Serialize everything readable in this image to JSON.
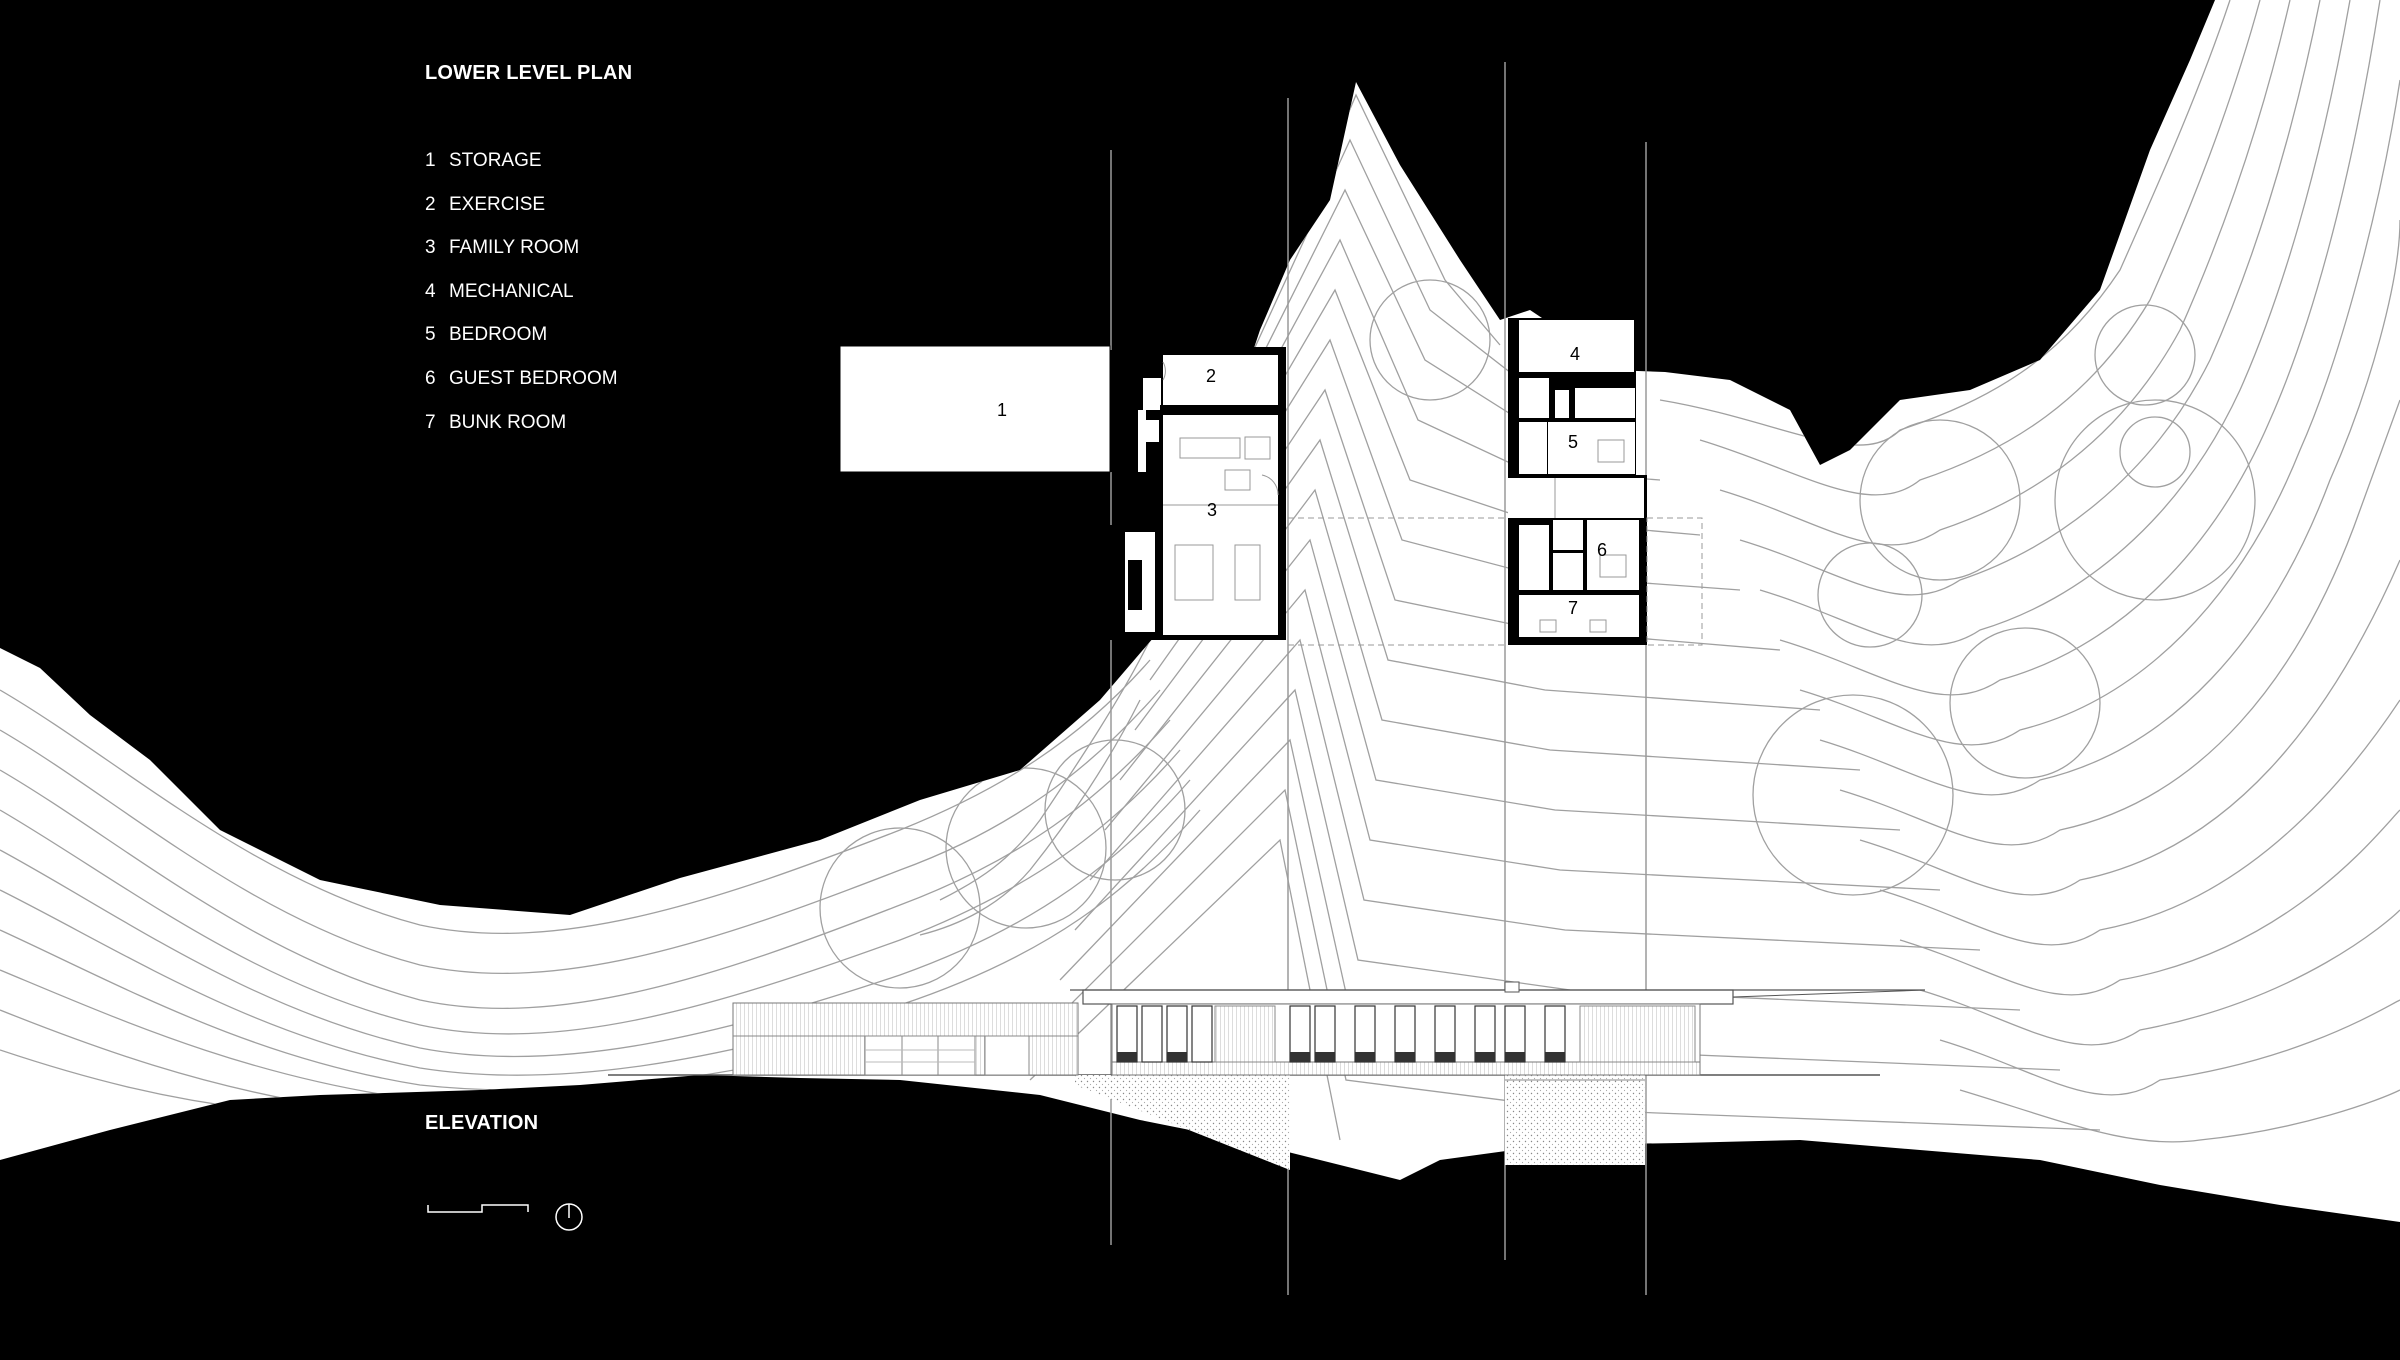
{
  "titles": {
    "plan": "LOWER LEVEL PLAN",
    "elevation": "ELEVATION"
  },
  "legend": [
    {
      "num": "1",
      "label": "STORAGE"
    },
    {
      "num": "2",
      "label": "EXERCISE"
    },
    {
      "num": "3",
      "label": "FAMILY ROOM"
    },
    {
      "num": "4",
      "label": "MECHANICAL"
    },
    {
      "num": "5",
      "label": "BEDROOM"
    },
    {
      "num": "6",
      "label": "GUEST BEDROOM"
    },
    {
      "num": "7",
      "label": "BUNK ROOM"
    }
  ],
  "plan_labels": [
    "1",
    "2",
    "3",
    "4",
    "5",
    "6",
    "7"
  ],
  "icons": [
    "scale-bar-icon",
    "north-arrow-icon"
  ],
  "colors": {
    "background": "#000000",
    "ground": "#ffffff",
    "contour": "#9a9a9a"
  }
}
